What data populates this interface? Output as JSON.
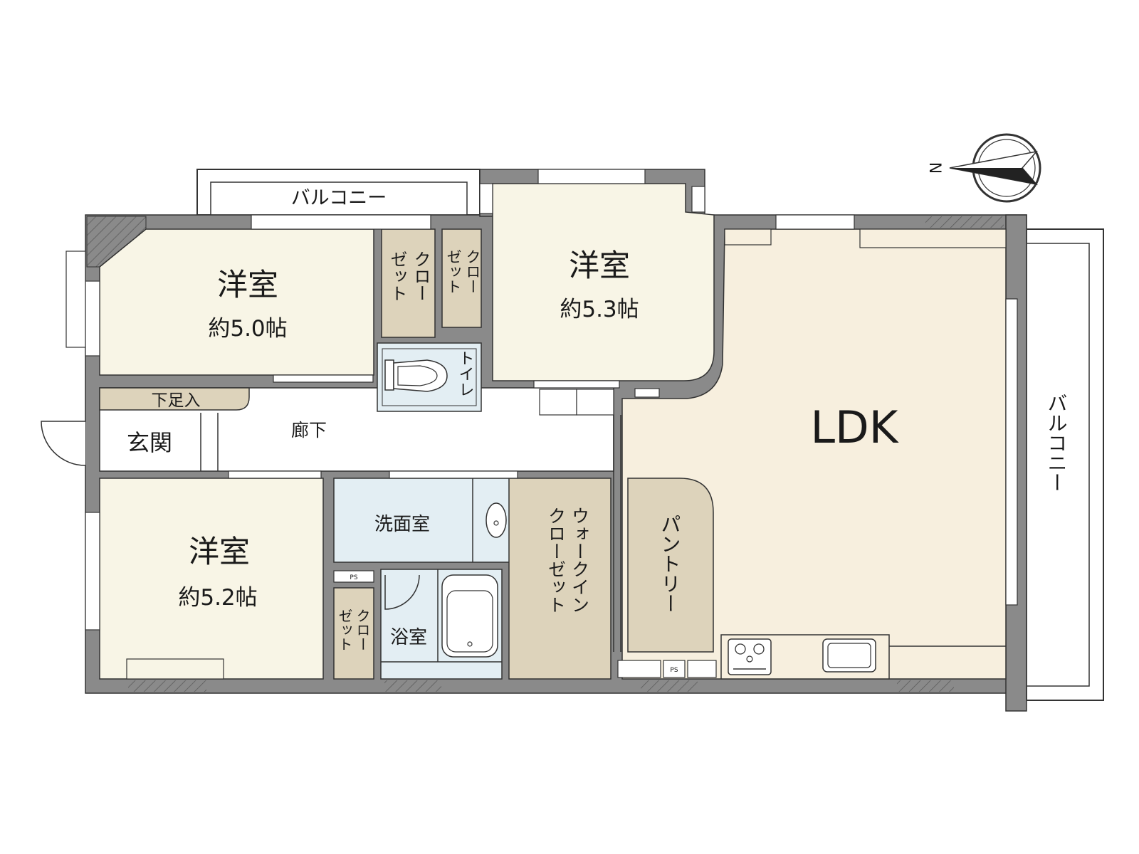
{
  "rooms": {
    "western_1": {
      "name": "洋室",
      "size": "約5.0帖"
    },
    "western_2": {
      "name": "洋室",
      "size": "約5.3帖"
    },
    "western_3": {
      "name": "洋室",
      "size": "約5.2帖"
    },
    "ldk": {
      "name": "LDK"
    },
    "closet_1": {
      "line1": "クロー",
      "line2": "ゼット"
    },
    "closet_2": {
      "line1": "クロー",
      "line2": "ゼット"
    },
    "closet_3": {
      "line1": "クロー",
      "line2": "ゼット"
    },
    "toilet": {
      "name": "トイレ"
    },
    "shoe_storage": {
      "name": "下足入"
    },
    "entrance": {
      "name": "玄関"
    },
    "hallway": {
      "name": "廊下"
    },
    "washroom": {
      "name": "洗面室"
    },
    "bathroom": {
      "name": "浴室"
    },
    "walk_in_closet": {
      "line1": "ウォークイン",
      "line2": "クローゼット"
    },
    "pantry": {
      "name": "パントリー"
    }
  },
  "balconies": {
    "top": "バルコニー",
    "right": "バルコニー"
  },
  "pipe_space": {
    "label": "PS"
  },
  "compass": {
    "north": "N"
  },
  "colors": {
    "wall": "#8a8a8a",
    "room_cream": "#f8f5e6",
    "ldk": "#f7efde",
    "storage": "#ddd3bb",
    "water": "#e3eef3",
    "hall": "#ffffff"
  }
}
